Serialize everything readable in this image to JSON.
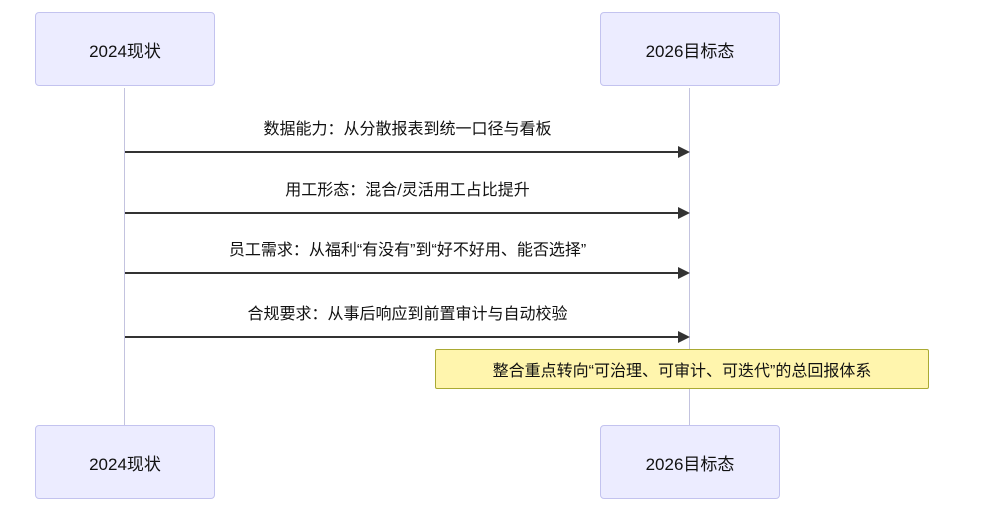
{
  "diagram": {
    "actors": {
      "left": {
        "label": "2024现状"
      },
      "right": {
        "label": "2026目标态"
      }
    },
    "messages": [
      {
        "label": "数据能力：从分散报表到统一口径与看板"
      },
      {
        "label": "用工形态：混合/灵活用工占比提升"
      },
      {
        "label": "员工需求：从福利“有没有”到“好不好用、能否选择”"
      },
      {
        "label": "合规要求：从事后响应到前置审计与自动校验"
      }
    ],
    "note": {
      "label": "整合重点转向“可治理、可审计、可迭代”的总回报体系"
    },
    "colors": {
      "actor_fill": "#ECECFF",
      "actor_border": "#C3C3EF",
      "lifeline": "#C3C3DF",
      "arrow": "#333333",
      "note_fill": "#FFF5AD",
      "note_border": "#AAAA33"
    }
  }
}
